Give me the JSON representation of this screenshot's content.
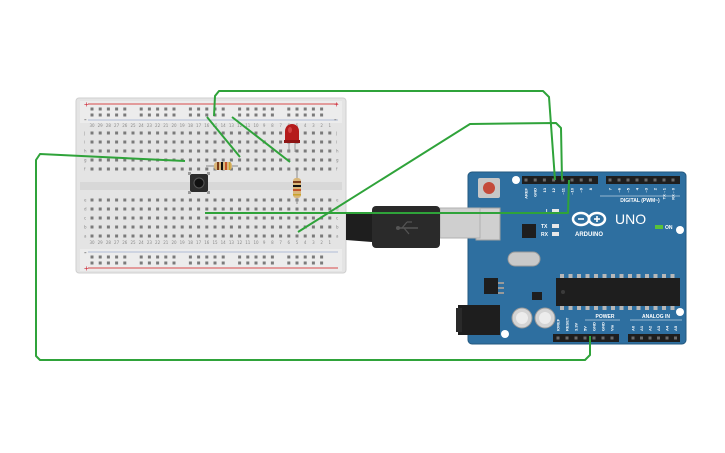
{
  "breadboard": {
    "rail_signs": [
      "+",
      "-",
      "+",
      "-"
    ],
    "row_letters_top": [
      "j",
      "i",
      "h",
      "g",
      "f"
    ],
    "row_letters_bottom": [
      "e",
      "d",
      "c",
      "b",
      "a"
    ],
    "column_count": 30
  },
  "arduino": {
    "board_name": "UNO",
    "brand": "ARDUINO",
    "digital_header_label": "DIGITAL (PWM~)",
    "digital_pins": [
      "AREF",
      "GND",
      "13",
      "12",
      "~11",
      "~10",
      "~9",
      "8",
      "7",
      "~6",
      "~5",
      "4",
      "~3",
      "2",
      "TX→1",
      "RX←0"
    ],
    "power_label": "POWER",
    "power_pins": [
      "IOREF",
      "RESET",
      "3.3V",
      "5V",
      "GND",
      "GND",
      "Vin"
    ],
    "analog_label": "ANALOG IN",
    "analog_pins": [
      "A0",
      "A1",
      "A2",
      "A3",
      "A4",
      "A5"
    ],
    "led_labels": [
      "L",
      "TX",
      "RX",
      "ON"
    ]
  },
  "colors": {
    "wire": "#2fa33a",
    "board_blue": "#2e6fa0",
    "breadboard": "#e6e6e6",
    "rail_red": "#d84a4a",
    "led_red": "#b51c1c"
  }
}
